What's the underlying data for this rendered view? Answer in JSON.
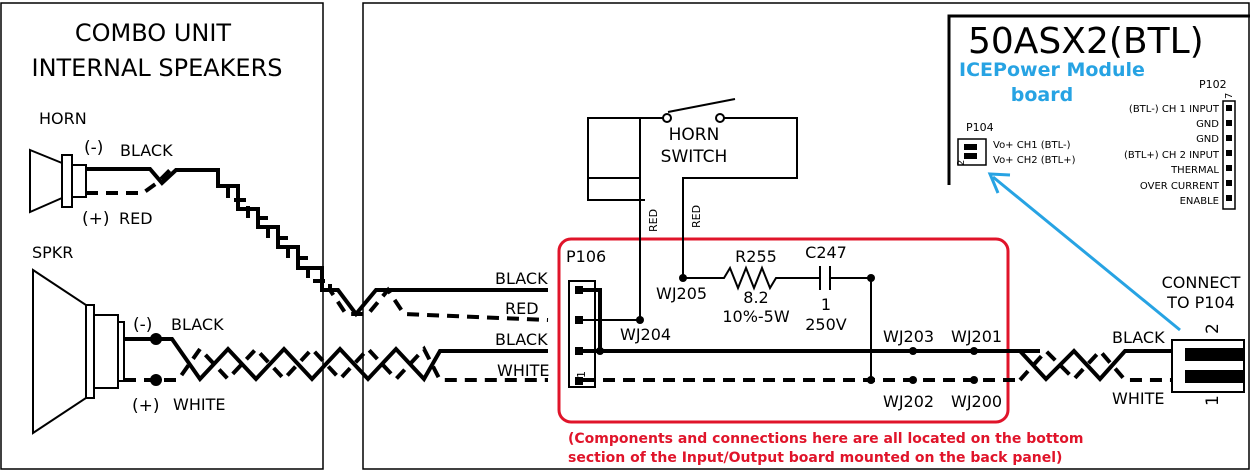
{
  "speakers_panel": {
    "title_line1": "COMBO UNIT",
    "title_line2": "INTERNAL SPEAKERS",
    "horn": {
      "name": "HORN",
      "neg_label": "(-)",
      "neg_wire": "BLACK",
      "pos_label": "(+)",
      "pos_wire": "RED"
    },
    "spkr": {
      "name": "SPKR",
      "neg_label": "(-)",
      "neg_wire": "BLACK",
      "pos_label": "(+)",
      "pos_wire": "WHITE"
    }
  },
  "io_board": {
    "wire_labels": [
      "BLACK",
      "RED",
      "BLACK",
      "WHITE"
    ],
    "connector": {
      "name": "P106",
      "pin1": "1"
    },
    "horn_switch": {
      "line1": "HORN",
      "line2": "SWITCH",
      "wire1": "RED",
      "wire2": "RED"
    },
    "junctions": {
      "wj204": "WJ204",
      "wj205": "WJ205",
      "wj203": "WJ203",
      "wj201": "WJ201",
      "wj202": "WJ202",
      "wj200": "WJ200"
    },
    "resistor": {
      "name": "R255",
      "value": "8.2",
      "rating": "10%-5W"
    },
    "capacitor": {
      "name": "C247",
      "value": "1",
      "rating": "250V"
    },
    "note_line1": "(Components and connections here are all located on the bottom",
    "note_line2": "section of the Input/Output board mounted on the back panel)"
  },
  "icepower": {
    "model": "50ASX2(BTL)",
    "module_line1": "ICEPower Module",
    "module_line2": "board",
    "p104": {
      "name": "P104",
      "pin2": "2",
      "pins": [
        "Vo+ CH1 (BTL-)",
        "Vo+ CH2 (BTL+)"
      ]
    },
    "p102": {
      "name": "P102",
      "pin7": "7",
      "pins": [
        "(BTL-) CH 1 INPUT",
        "GND",
        "GND",
        "(BTL+) CH 2 INPUT",
        "THERMAL",
        "OVER CURRENT",
        "ENABLE"
      ]
    }
  },
  "connect": {
    "line1": "CONNECT",
    "line2": "TO P104",
    "black": "BLACK",
    "white": "WHITE",
    "pin2": "2",
    "pin1": "1"
  },
  "colors": {
    "highlight_box": "#e0142a",
    "annotation_blue": "#27a3e3"
  }
}
